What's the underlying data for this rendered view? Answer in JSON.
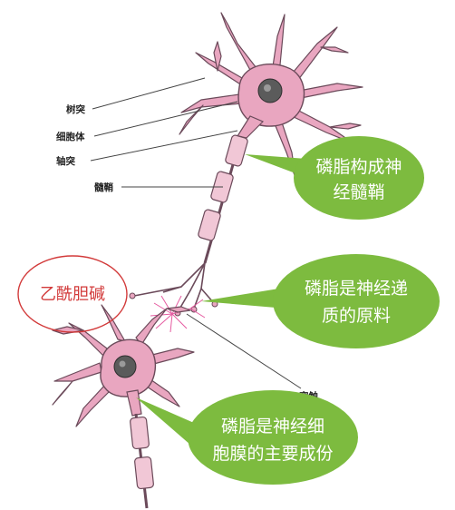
{
  "labels": {
    "dendrite": "树突",
    "cell_body": "细胞体",
    "axon": "轴突",
    "myelin_sheath": "髓鞘",
    "synapse": "突触"
  },
  "neurotransmitter": "乙酰胆碱",
  "callouts": [
    {
      "line1": "磷脂构成神",
      "line2": "经髓鞘"
    },
    {
      "line1": "磷脂是神经递",
      "line2": "质的原料"
    },
    {
      "line1": "磷脂是神经细",
      "line2": "胞膜的主要成份"
    }
  ],
  "colors": {
    "callout_fill": "#7dbb3f",
    "neuron_pink": "#e9a6c0",
    "neuron_outline": "#6b4a5a",
    "nucleus": "#5b5b5b",
    "highlight_red": "#d23a3a",
    "sheath_fill": "#f1c7d6"
  }
}
